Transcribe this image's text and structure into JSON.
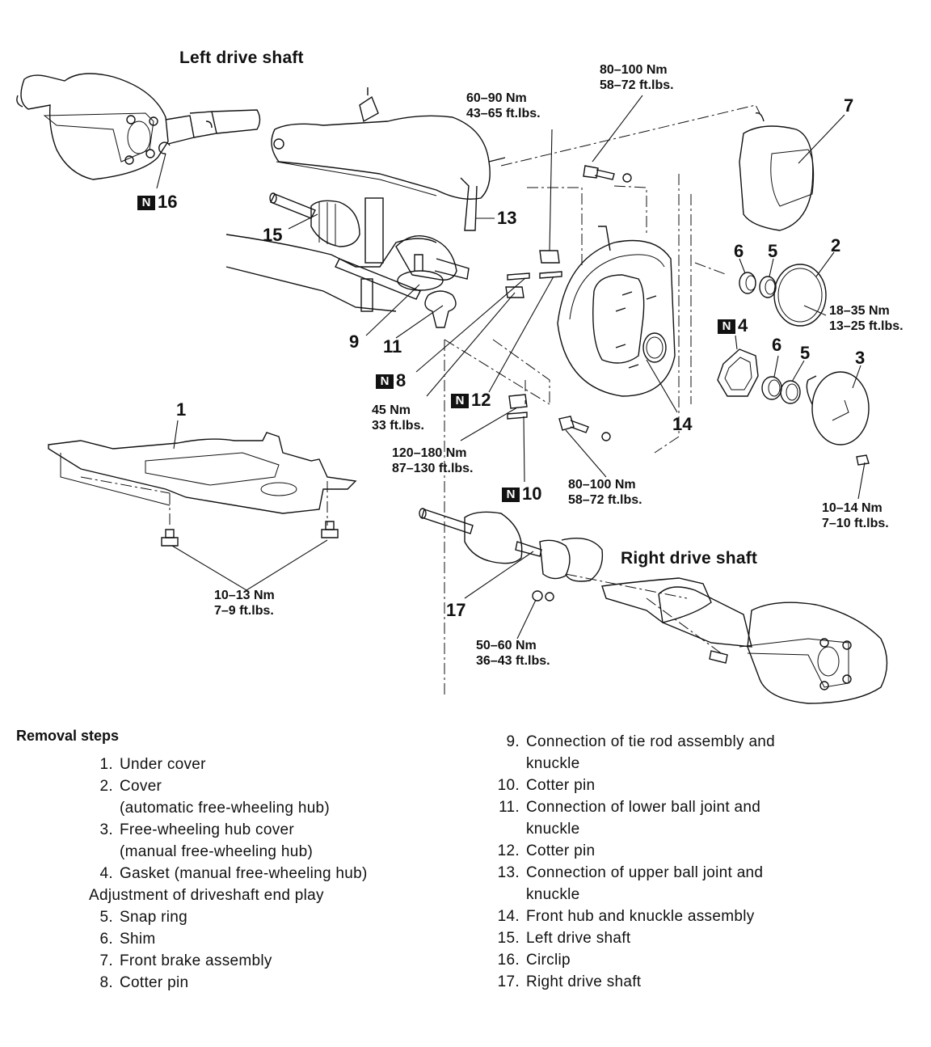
{
  "diagram": {
    "headers": {
      "left_drive_shaft": "Left drive shaft",
      "right_drive_shaft": "Right drive shaft"
    },
    "new_part_badge": "N",
    "callouts": {
      "c1": "1",
      "c2": "2",
      "c3": "3",
      "c4": "4",
      "c5a": "5",
      "c5b": "5",
      "c6a": "6",
      "c6b": "6",
      "c7": "7",
      "c8": "8",
      "c9": "9",
      "c10": "10",
      "c11": "11",
      "c12": "12",
      "c13": "13",
      "c14": "14",
      "c15": "15",
      "c16": "16",
      "c17": "17"
    },
    "torques": {
      "t_60_90": {
        "nm": "60–90 Nm",
        "ftlbs": "43–65 ft.lbs."
      },
      "t_80_100_top": {
        "nm": "80–100 Nm",
        "ftlbs": "58–72 ft.lbs."
      },
      "t_18_35": {
        "nm": "18–35 Nm",
        "ftlbs": "13–25 ft.lbs."
      },
      "t_45": {
        "nm": "45 Nm",
        "ftlbs": "33 ft.lbs."
      },
      "t_120_180": {
        "nm": "120–180 Nm",
        "ftlbs": "87–130 ft.lbs."
      },
      "t_80_100_bottom": {
        "nm": "80–100 Nm",
        "ftlbs": "58–72 ft.lbs."
      },
      "t_10_14": {
        "nm": "10–14 Nm",
        "ftlbs": "7–10 ft.lbs."
      },
      "t_10_13": {
        "nm": "10–13 Nm",
        "ftlbs": "7–9 ft.lbs."
      },
      "t_50_60": {
        "nm": "50–60 Nm",
        "ftlbs": "36–43 ft.lbs."
      }
    }
  },
  "removal_steps": {
    "title": "Removal steps",
    "left_column": [
      {
        "num": "1.",
        "text": "Under cover"
      },
      {
        "num": "2.",
        "text": "Cover"
      },
      {
        "num": "",
        "text": "(automatic free-wheeling hub)"
      },
      {
        "num": "3.",
        "text": "Free-wheeling hub cover"
      },
      {
        "num": "",
        "text": "(manual free-wheeling hub)"
      },
      {
        "num": "4.",
        "text": "Gasket (manual free-wheeling hub)"
      },
      {
        "num": "",
        "text": "Adjustment of driveshaft end play",
        "subhead": true
      },
      {
        "num": "5.",
        "text": "Snap ring"
      },
      {
        "num": "6.",
        "text": "Shim"
      },
      {
        "num": "7.",
        "text": "Front brake assembly"
      },
      {
        "num": "8.",
        "text": "Cotter pin"
      }
    ],
    "right_column": [
      {
        "num": "9.",
        "text": "Connection of tie rod assembly and"
      },
      {
        "num": "",
        "text": "knuckle"
      },
      {
        "num": "10.",
        "text": "Cotter pin"
      },
      {
        "num": "11.",
        "text": "Connection of lower ball joint and"
      },
      {
        "num": "",
        "text": "knuckle"
      },
      {
        "num": "12.",
        "text": "Cotter pin"
      },
      {
        "num": "13.",
        "text": "Connection of upper ball joint and"
      },
      {
        "num": "",
        "text": "knuckle"
      },
      {
        "num": "14.",
        "text": "Front hub and knuckle assembly"
      },
      {
        "num": "15.",
        "text": "Left drive shaft"
      },
      {
        "num": "16.",
        "text": "Circlip"
      },
      {
        "num": "17.",
        "text": "Right drive shaft"
      }
    ]
  }
}
